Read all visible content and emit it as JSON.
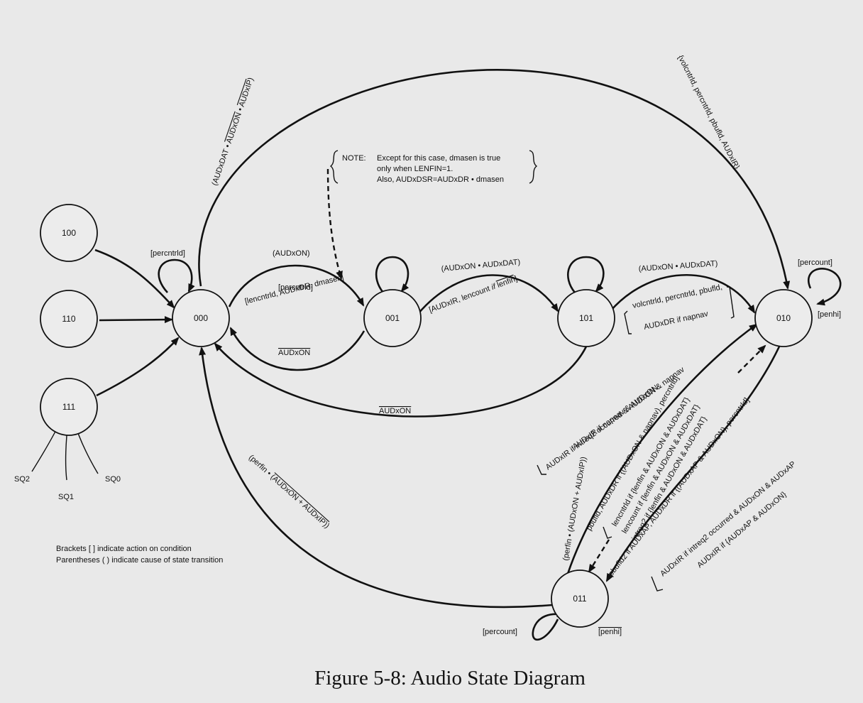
{
  "diagram": {
    "states": {
      "s100": "100",
      "s110": "110",
      "s111": "111",
      "s000": "000",
      "s001": "001",
      "s101": "101",
      "s010": "010",
      "s011": "011"
    },
    "inputs": {
      "sq2": "SQ2",
      "sq1": "SQ1",
      "sq0": "SQ0"
    },
    "labels": {
      "top_arc_a": "(AUDxDAT • ",
      "top_arc_b": "AUDxON",
      "top_arc_c": " • ",
      "top_arc_d": "AUDxIP",
      "top_arc_e": ")",
      "right_top_arc": "{volcntrld, percntrld, pbufld, AUDxIR}",
      "note_title": "NOTE:",
      "note_line1": "Except for this case, dmasen is true",
      "note_line2": "only when LENFIN=1.",
      "note_line3": "Also, AUDxDSR=AUDxDR • dmasen",
      "percntrld_loop": "[percntrld]",
      "e000_001_cause": "(AUDxON)",
      "e000_001_action1": "[lencntrld, AUDxDR, dmasen]",
      "e000_001_action2": "[percntrld]",
      "e001_000_cause": "AUDxON",
      "e001_101_cause": "(AUDxON • AUDxDAT)",
      "e001_101_action_a": "[AUDxIR, lencount ",
      "e001_101_action_b": "if ",
      "e001_101_action_c": "lenfin",
      "e001_101_action_d": "]",
      "e101_010_cause": "(AUDxON • AUDxDAT)",
      "e101_010_action1": "volcntrld, percntrld, pbufld,",
      "e101_010_action2": "AUDxDR  if  napnav",
      "e101_000_cause": "AUDxON",
      "percount_loop_010": "[percount]",
      "penhi_010": "[penhi]",
      "e010_011_1": "AUDxIR if intreq2 occurred & AUDxON & napnav",
      "e010_011_2": "AUDxIR if napnav & AUDxON",
      "e010_011_3": "pbufld, AUDxDR if {(AUDxON & napnav), percntrld]",
      "e010_011_cause": "(perfin • (AUDxON + AUDxIP))",
      "dash_1": "lencntrld if {lenfin & AUDxON & AUDxDAT}",
      "dash_2": "lencount if {lenfin & AUDxON & AUDxDAT}",
      "dash_3": "intreq2 if {lenfin & AUDxON & AUDxDAT}",
      "e011_010_1": "pbufld2 if AUDxAP, AUDxDR if {(AUDxAP & AUDxON), percntrld]",
      "e011_010_2": "AUDxIR if intreq2 occurred & AUDxON & AUDxAP",
      "e011_010_3": "AUDxIR if {AUDxAP & AUDxON}",
      "e011_000_cause_a": "(perfin • ",
      "e011_000_cause_b": "(AUDxON + AUDxIP)",
      "e011_000_cause_c": ")",
      "percount_loop_011": "[percount]",
      "penhi_011": "[penhi]",
      "legend1": "Brackets [ ] indicate action on condition",
      "legend2": "Parentheses ( ) indicate cause of state transition"
    },
    "caption": "Figure 5-8: Audio State Diagram"
  }
}
